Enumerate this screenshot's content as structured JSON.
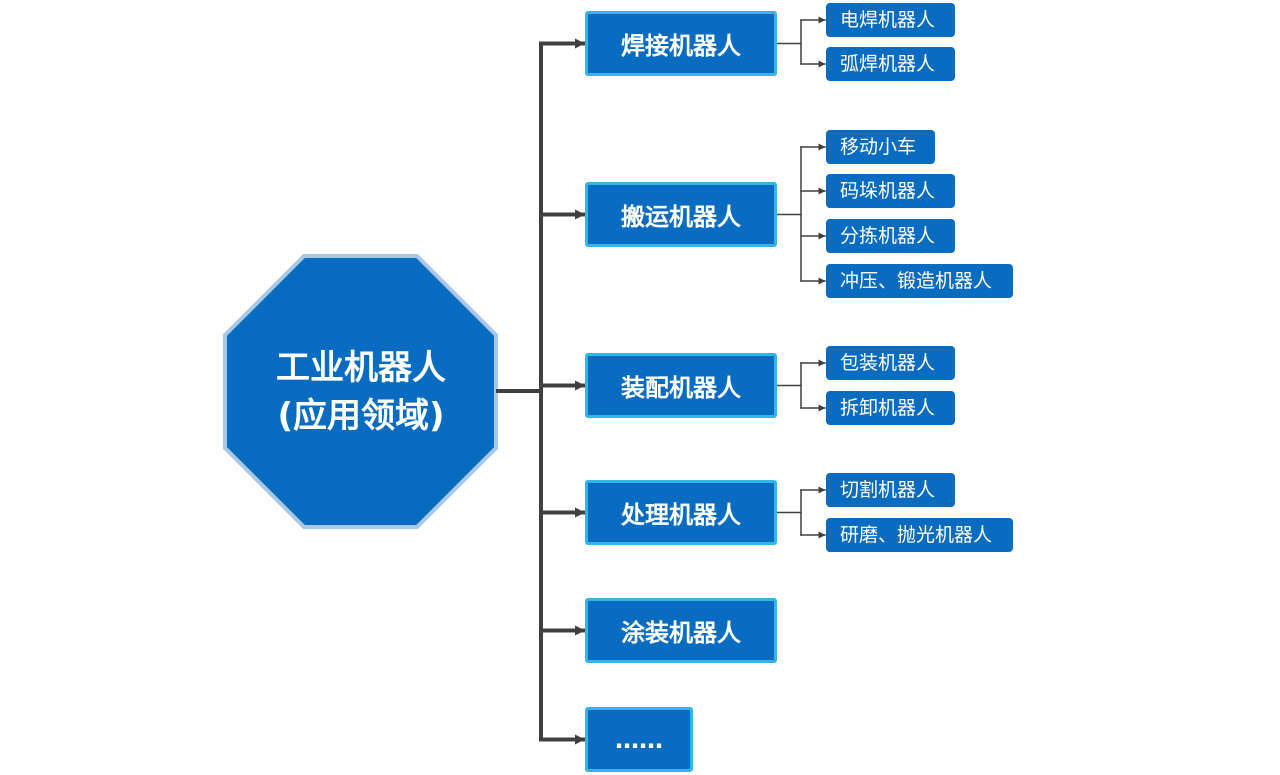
{
  "root": {
    "title_line1": "工业机器人",
    "title_line2": "(应用领域)"
  },
  "colors": {
    "node_fill": "#0a6cc0",
    "node_border": "#33b5e8",
    "root_border": "#a9c8e6",
    "connector": "#404040"
  },
  "categories": [
    {
      "label": "焊接机器人",
      "subs": [
        "电焊机器人",
        "弧焊机器人"
      ]
    },
    {
      "label": "搬运机器人",
      "subs": [
        "移动小车",
        "码垛机器人",
        "分拣机器人",
        "冲压、锻造机器人"
      ]
    },
    {
      "label": "装配机器人",
      "subs": [
        "包装机器人",
        "拆卸机器人"
      ]
    },
    {
      "label": "处理机器人",
      "subs": [
        "切割机器人",
        "研磨、抛光机器人"
      ]
    },
    {
      "label": "涂装机器人",
      "subs": []
    },
    {
      "label": "……",
      "subs": []
    }
  ]
}
